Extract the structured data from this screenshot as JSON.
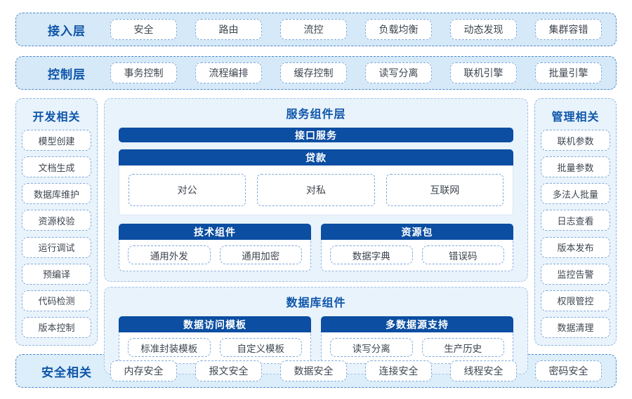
{
  "colors": {
    "dark_blue": "#0b4ea2",
    "title_blue": "#0d55a9",
    "band_bg": "#d6e9f8",
    "panel_bg": "#e9f3fc",
    "dashed_border": "#7fa9dc",
    "pill_text": "#3e4650"
  },
  "access_layer": {
    "label": "接入层",
    "items": [
      "安全",
      "路由",
      "流控",
      "负载均衡",
      "动态发现",
      "集群容错"
    ]
  },
  "control_layer": {
    "label": "控制层",
    "items": [
      "事务控制",
      "流程编排",
      "缓存控制",
      "读写分离",
      "联机引擎",
      "批量引擎"
    ]
  },
  "dev_sidebar": {
    "title": "开发相关",
    "items": [
      "模型创建",
      "文档生成",
      "数据库维护",
      "资源校验",
      "运行调试",
      "预编译",
      "代码检测",
      "版本控制"
    ]
  },
  "mgmt_sidebar": {
    "title": "管理相关",
    "items": [
      "联机参数",
      "批量参数",
      "多法人批量",
      "日志查看",
      "版本发布",
      "监控告警",
      "权限管控",
      "数据清理"
    ]
  },
  "service_panel": {
    "title": "服务组件层",
    "interface_bar": "接口服务",
    "loan_group": {
      "header": "贷款",
      "items": [
        "对公",
        "对私",
        "互联网"
      ]
    },
    "tech_group": {
      "header": "技术组件",
      "items": [
        "通用外发",
        "通用加密"
      ]
    },
    "resource_group": {
      "header": "资源包",
      "items": [
        "数据字典",
        "错误码"
      ]
    }
  },
  "db_panel": {
    "title": "数据库组件",
    "template_group": {
      "header": "数据访问模板",
      "items": [
        "标准封装模板",
        "自定义模板"
      ]
    },
    "datasource_group": {
      "header": "多数据源支持",
      "items": [
        "读写分离",
        "生产历史"
      ]
    }
  },
  "security_layer": {
    "label": "安全相关",
    "items": [
      "内存安全",
      "报文安全",
      "数据安全",
      "连接安全",
      "线程安全",
      "密码安全"
    ]
  }
}
